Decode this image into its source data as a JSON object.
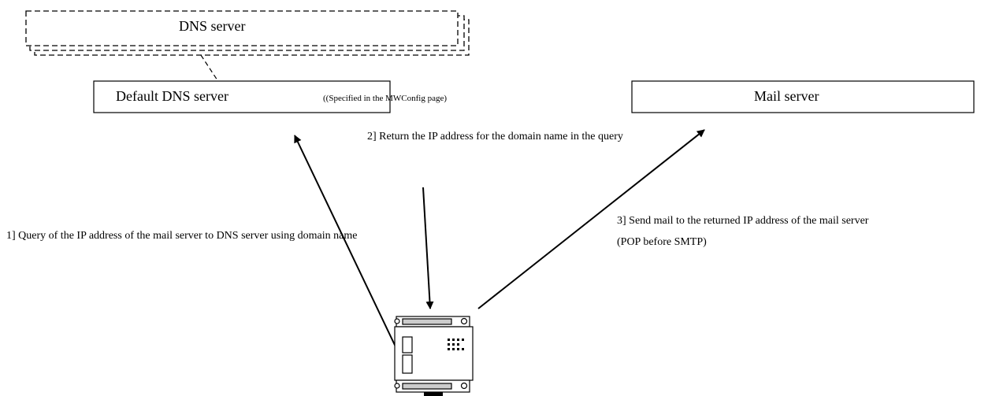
{
  "nodes": {
    "dns_server": {
      "label": "DNS server"
    },
    "default_dns": {
      "label": "Default DNS server",
      "note": "((Specified in the MWConfig page)"
    },
    "mail_server": {
      "label": "Mail server"
    },
    "device": {
      "icon": "plc-controller-icon"
    }
  },
  "steps": {
    "step1": "1] Query of the IP address of the mail server to DNS server using domain name",
    "step2": "2] Return the IP address for the domain name in the query",
    "step3_line1": "3] Send mail to the returned IP address of the mail server",
    "step3_line2": "(POP before SMTP)"
  },
  "colors": {
    "stroke": "#000000",
    "background": "#ffffff"
  }
}
